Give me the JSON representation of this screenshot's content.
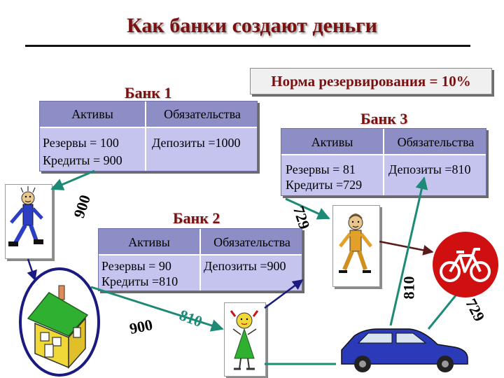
{
  "title": "Как банки создают деньги",
  "reserve_ratio_label": "Норма резервирования = 10%",
  "banks": [
    {
      "title": "Банк 1",
      "assets_header": "Активы",
      "liabilities_header": "Обязательства",
      "reserves": "Резервы = 100",
      "loans": "Кредиты = 900",
      "deposits": "Депозиты =1000"
    },
    {
      "title": "Банк 2",
      "assets_header": "Активы",
      "liabilities_header": "Обязательства",
      "reserves": "Резервы = 90",
      "loans": "Кредиты =810",
      "deposits": "Депозиты =900"
    },
    {
      "title": "Банк 3",
      "assets_header": "Активы",
      "liabilities_header": "Обязательства",
      "reserves": "Резервы = 81",
      "loans": "Кредиты =729",
      "deposits": "Депозиты =810"
    }
  ],
  "flows": {
    "loan_bank1": "900",
    "deposit_bank2": "900",
    "loan_bank2": "810",
    "deposit_bank3": "810",
    "loan_bank3": "729",
    "payment_729": "729"
  },
  "colors": {
    "title": "#7a1010",
    "table_fill": "#c4c4ee",
    "table_header": "#8e8ec6",
    "loan_arrow": "#1d8a76",
    "deposit_arrow": "#5a1a1a",
    "borrower_arrow": "#1a1a80"
  },
  "icons": [
    "borrower-man-icon",
    "house-icon",
    "girl-icon",
    "worker-man-icon",
    "bicycle-icon",
    "car-icon"
  ]
}
